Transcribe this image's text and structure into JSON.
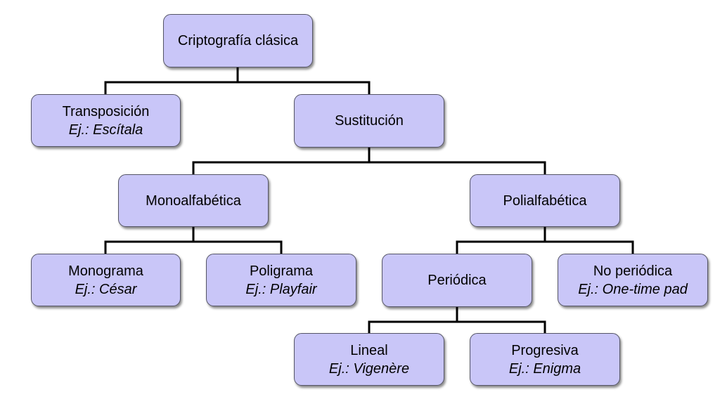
{
  "nodes": {
    "root": {
      "label": "Criptografía clásica"
    },
    "transposicion": {
      "label": "Transposición",
      "example": "Ej.: Escítala"
    },
    "sustitucion": {
      "label": "Sustitución"
    },
    "monoalfabetica": {
      "label": "Monoalfabética"
    },
    "polialfabetica": {
      "label": "Polialfabética"
    },
    "monograma": {
      "label": "Monograma",
      "example": "Ej.: César"
    },
    "poligrama": {
      "label": "Poligrama",
      "example": "Ej.: Playfair"
    },
    "periodica": {
      "label": "Periódica"
    },
    "no_periodica": {
      "label": "No periódica",
      "example": "Ej.: One-time pad"
    },
    "lineal": {
      "label": "Lineal",
      "example": "Ej.: Vigenère"
    },
    "progresiva": {
      "label": "Progresiva",
      "example": "Ej.: Enigma"
    }
  },
  "colors": {
    "node_fill": "#c9c6f8",
    "node_border": "#555566",
    "connector": "#000000"
  }
}
